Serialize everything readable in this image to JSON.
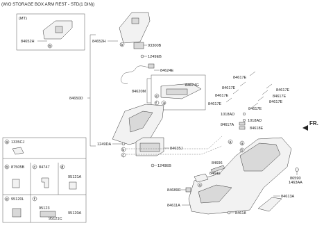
{
  "title": "(W/O STORAGE BOX ARM REST - STD(1 DIN))",
  "mt_box": {
    "label": "(MT)",
    "part": "84652H",
    "circle": "b"
  },
  "labels": {
    "p84652H": "84652H",
    "p93300B": "93300B",
    "p1249EB_top": "1249EB",
    "p84624E": "84624E",
    "p84674G": "84674G",
    "p84620M": "84620M",
    "p84650D": "84650D",
    "p1249DA": "1249DA",
    "p84635J": "84635J",
    "p1249EB_bottom": "1249EB",
    "p84617E_1": "84617E",
    "p84617E_2": "84617E",
    "p84617E_3": "84617E",
    "p84617E_4": "84617E",
    "p84617E_5": "84617E",
    "p84617E_6": "84617E",
    "p84617E_7": "84617E",
    "p84617E_8": "84617E",
    "p1018AD_1": "1018AD",
    "p1018AD_2": "1018AD",
    "p84617A": "84617A",
    "p84618E": "84618E",
    "p84696": "84696",
    "p84646": "84646",
    "p84689C": "84689C",
    "p84611A": "84611A",
    "p84613A": "84613A",
    "p84618": "84618",
    "p86590": "86590",
    "p1463AA": "1463AA",
    "fr": "FR."
  },
  "circles": [
    "a",
    "b",
    "c",
    "d",
    "e",
    "f",
    "a",
    "b",
    "c",
    "a",
    "b",
    "d",
    "e",
    "f"
  ],
  "legend": {
    "cells": [
      {
        "letter": "a",
        "part": "1335CJ"
      },
      {
        "letter": "b",
        "part": "87505B"
      },
      {
        "letter": "c",
        "part": "84747"
      },
      {
        "letter": "d",
        "part": "95121A"
      },
      {
        "letter": "e",
        "part": "95120L"
      },
      {
        "letter": "f",
        "part_top": "95123",
        "part_mid": "95120A",
        "part_bottom": "95121C"
      }
    ]
  }
}
